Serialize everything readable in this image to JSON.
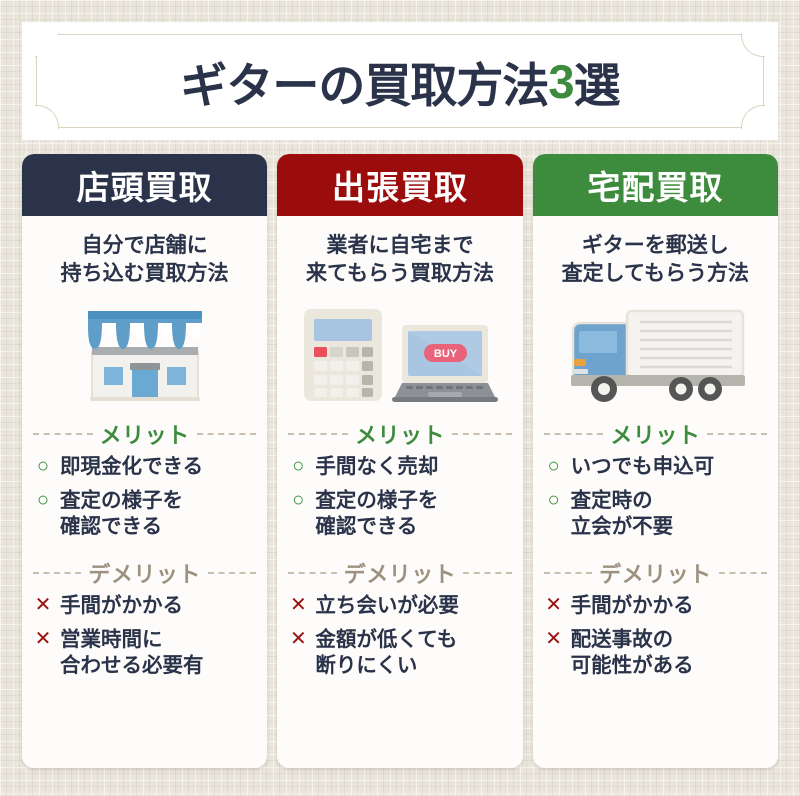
{
  "title": {
    "prefix": "ギターの買取方法",
    "accent": "3",
    "suffix": "選"
  },
  "colors": {
    "navy": "#2a3349",
    "red": "#9b0d0d",
    "green": "#3d8b3d",
    "merit_label": "#3d8b3d",
    "demerit_label": "#9d9180",
    "ok_mark": "#2e8b2e",
    "ng_mark": "#9b1111",
    "background": "#e9e5db",
    "card": "#fdfcfa"
  },
  "section_labels": {
    "merit": "メリット",
    "demerit": "デメリット"
  },
  "marks": {
    "ok": "○",
    "ng": "✕"
  },
  "columns": [
    {
      "header": "店頭買取",
      "header_color": "#2a3349",
      "description_lines": [
        "自分で店舗に",
        "持ち込む買取方法"
      ],
      "illustration": "storefront-icon",
      "merits": [
        [
          "即現金化できる"
        ],
        [
          "査定の様子を",
          "確認できる"
        ]
      ],
      "demerits": [
        [
          "手間がかかる"
        ],
        [
          "営業時間に",
          "合わせる必要有"
        ]
      ]
    },
    {
      "header": "出張買取",
      "header_color": "#9b0d0d",
      "description_lines": [
        "業者に自宅まで",
        "来てもらう買取方法"
      ],
      "illustration": "calculator-laptop-icon",
      "illustration_text": "BUY",
      "merits": [
        [
          "手間なく売却"
        ],
        [
          "査定の様子を",
          "確認できる"
        ]
      ],
      "demerits": [
        [
          "立ち会いが必要"
        ],
        [
          "金額が低くても",
          "断りにくい"
        ]
      ]
    },
    {
      "header": "宅配買取",
      "header_color": "#3d8b3d",
      "description_lines": [
        "ギターを郵送し",
        "査定してもらう方法"
      ],
      "illustration": "delivery-truck-icon",
      "merits": [
        [
          "いつでも申込可"
        ],
        [
          "査定時の",
          "立会が不要"
        ]
      ],
      "demerits": [
        [
          "手間がかかる"
        ],
        [
          "配送事故の",
          "可能性がある"
        ]
      ]
    }
  ]
}
